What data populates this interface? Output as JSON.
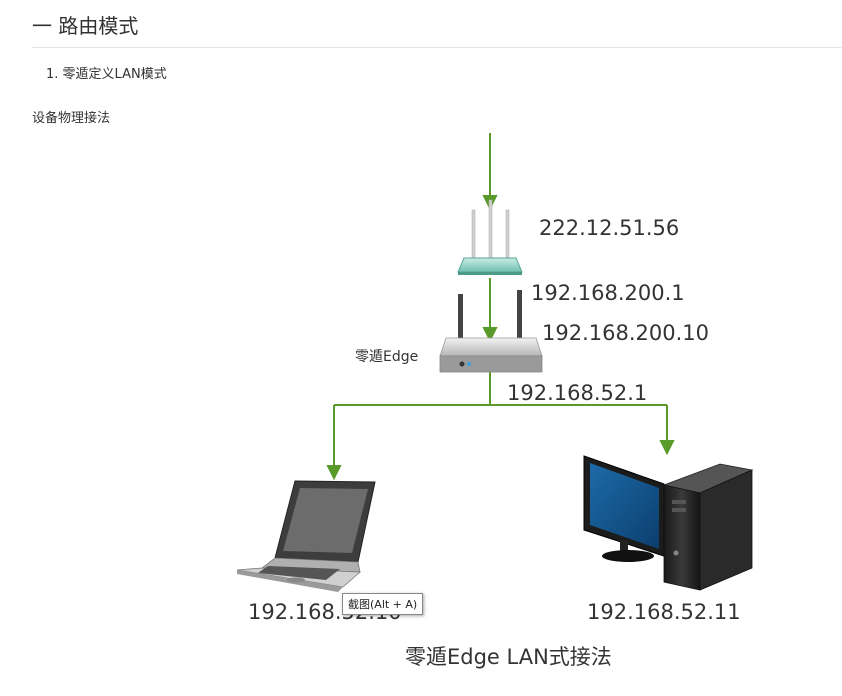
{
  "heading": "一 路由模式",
  "list_item": "1. 零遁定义LAN模式",
  "paragraph": "设备物理接法",
  "diagram": {
    "wan_ip": "222.12.51.56",
    "router_lan_ip": "192.168.200.1",
    "edge_wan_ip": "192.168.200.10",
    "edge_label": "零遁Edge",
    "edge_lan_ip": "192.168.52.1",
    "laptop_ip": "192.168.52.10",
    "pc_ip": "192.168.52.11",
    "caption": "零遁Edge LAN式接法",
    "line_color": "#5a9a2a"
  },
  "tooltip": "截图(Alt + A)"
}
